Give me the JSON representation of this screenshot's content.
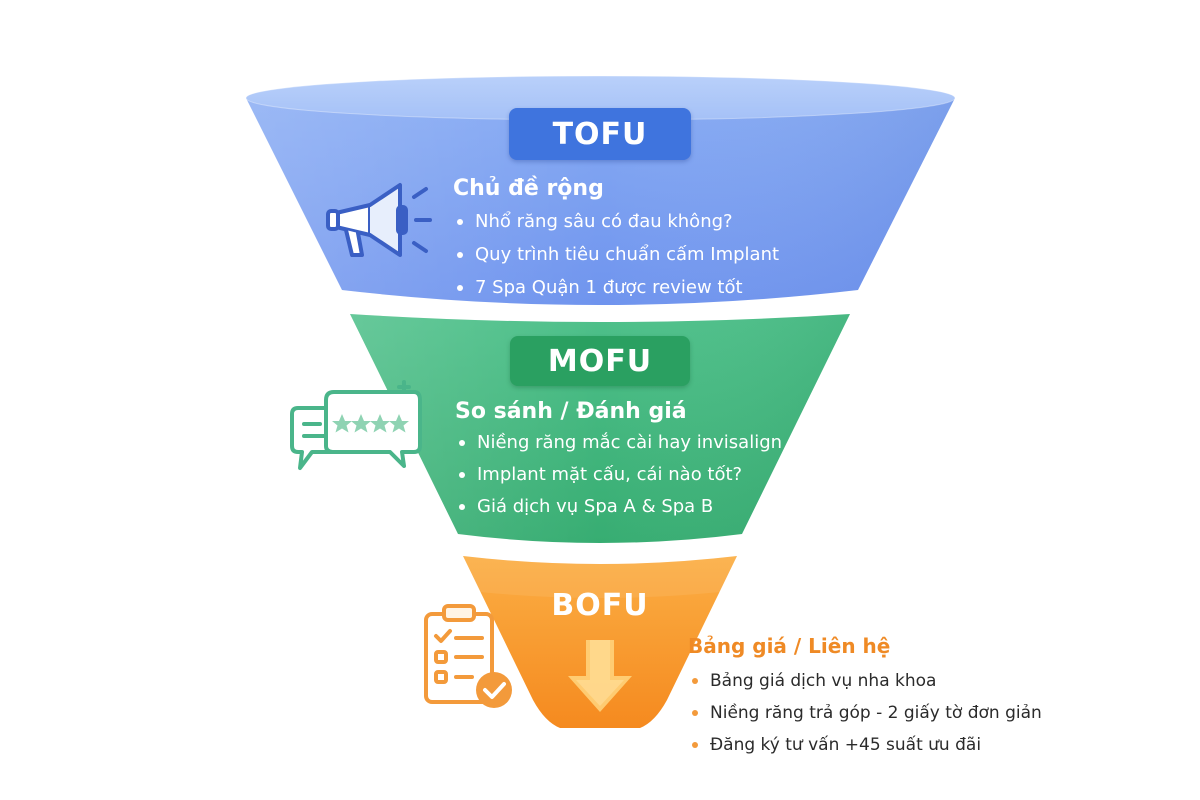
{
  "stages": {
    "tofu": {
      "label": "TOFU",
      "heading": "Chủ đề rộng",
      "items": [
        "Nhổ răng sâu có đau không?",
        "Quy trình tiêu chuẩn cấm Implant",
        "7 Spa Quận 1 được review tốt"
      ],
      "color": "#3f74de",
      "icon": "megaphone-icon"
    },
    "mofu": {
      "label": "MOFU",
      "heading": "So sánh / Đánh giá",
      "items": [
        "Niềng răng mắc cài hay invisalign",
        "Implant mặt cấu, cái nào tốt?",
        "Giá dịch vụ Spa A & Spa B"
      ],
      "color": "#2aa061",
      "icon": "review-chat-icon"
    },
    "bofu": {
      "label": "BOFU",
      "heading": "Bảng giá / Liên hệ",
      "items": [
        "Bảng giá dịch vụ nha khoa",
        "Niềng răng trả góp - 2 giấy tờ đơn giản",
        "Đăng ký tư vấn +45 suất ưu đãi"
      ],
      "color": "#f7941d",
      "icon": "checklist-icon"
    }
  }
}
